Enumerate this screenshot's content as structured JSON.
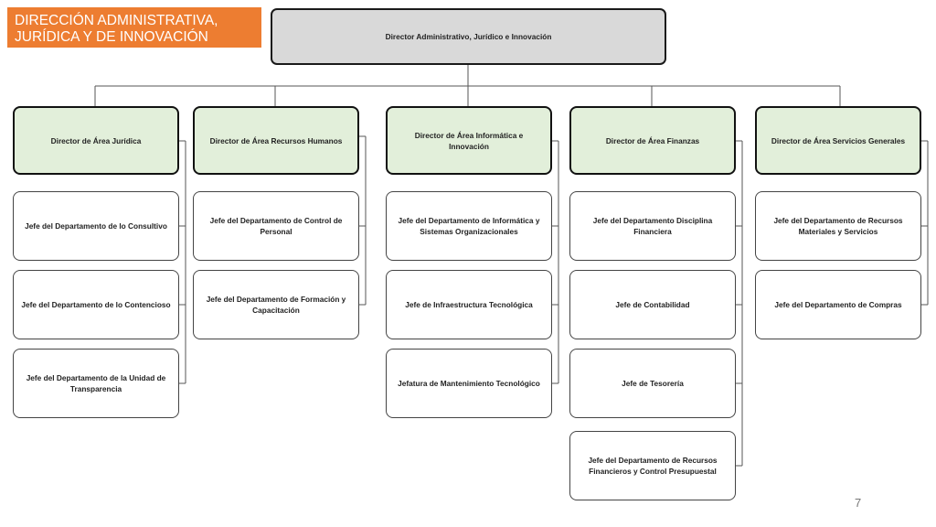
{
  "title": "DIRECCIÓN ADMINISTRATIVA, JURÍDICA Y DE INNOVACIÓN",
  "director": "Director Administrativo, Jurídico e Innovación",
  "areas": [
    {
      "label": "Director de Área Jurídica",
      "departments": [
        "Jefe del Departamento de lo Consultivo",
        "Jefe del Departamento de lo Contencioso",
        "Jefe del Departamento de la Unidad de Transparencia"
      ]
    },
    {
      "label": "Director de Área Recursos Humanos",
      "departments": [
        "Jefe del Departamento de Control de Personal",
        "Jefe del Departamento de Formación y Capacitación"
      ]
    },
    {
      "label": "Director de Área Informática e Innovación",
      "departments": [
        "Jefe del Departamento de Informática y Sistemas Organizacionales",
        "Jefe de Infraestructura Tecnológica",
        "Jefatura de Mantenimiento Tecnológico"
      ]
    },
    {
      "label": "Director de Área Finanzas",
      "departments": [
        "Jefe del Departamento Disciplina Financiera",
        "Jefe de Contabilidad",
        "Jefe de Tesorería",
        "Jefe del Departamento de Recursos Financieros y Control Presupuestal"
      ]
    },
    {
      "label": "Director de Área Servicios Generales",
      "departments": [
        "Jefe del Departamento  de Recursos Materiales y Servicios",
        "Jefe del Departamento de Compras"
      ]
    }
  ],
  "page_number": "7",
  "colors": {
    "title_bg": "#ed7d31",
    "director_bg": "#d9d9d9",
    "area_bg": "#e2efda"
  }
}
